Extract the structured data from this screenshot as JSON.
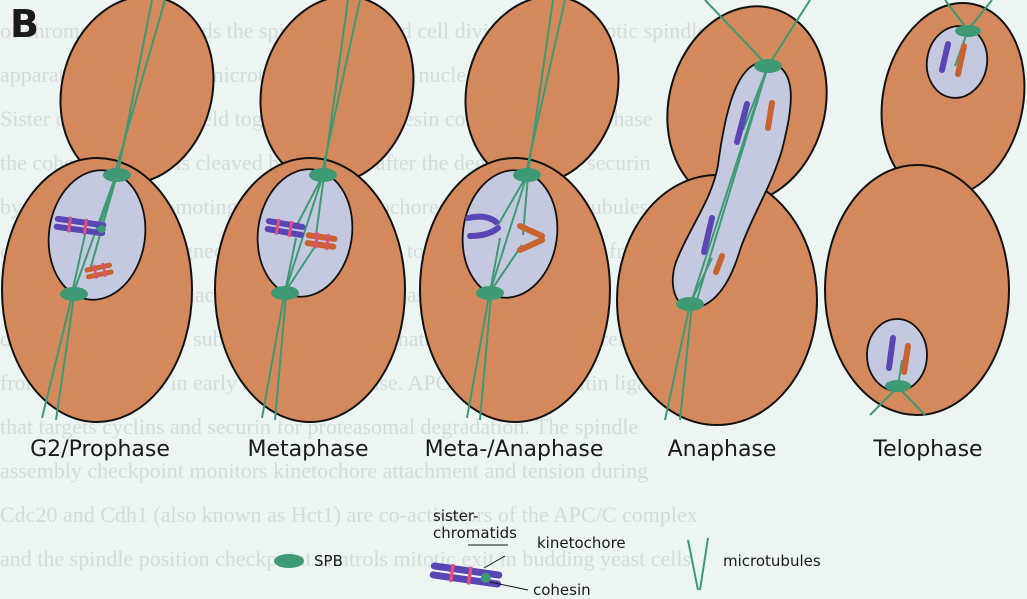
{
  "panel_label": "B",
  "phases": [
    "G2/Prophase",
    "Metaphase",
    "Meta-/Anaphase",
    "Anaphase",
    "Telophase"
  ],
  "legend": {
    "spb": "SPB",
    "sister_chromatids_line1": "sister-",
    "sister_chromatids_line2": "chromatids",
    "kinetochore": "kinetochore",
    "cohesin": "cohesin",
    "microtubules": "microtubules"
  },
  "colors": {
    "cell": "#d4895c",
    "nucleus": "#c5c9df",
    "spb": "#3d9a74",
    "microtubule": "#3d9a74",
    "chromatid_blue": "#5a45b5",
    "chromatid_orange": "#c8622e",
    "cohesin": "#e0507a",
    "background": "#ecf5f2"
  }
}
